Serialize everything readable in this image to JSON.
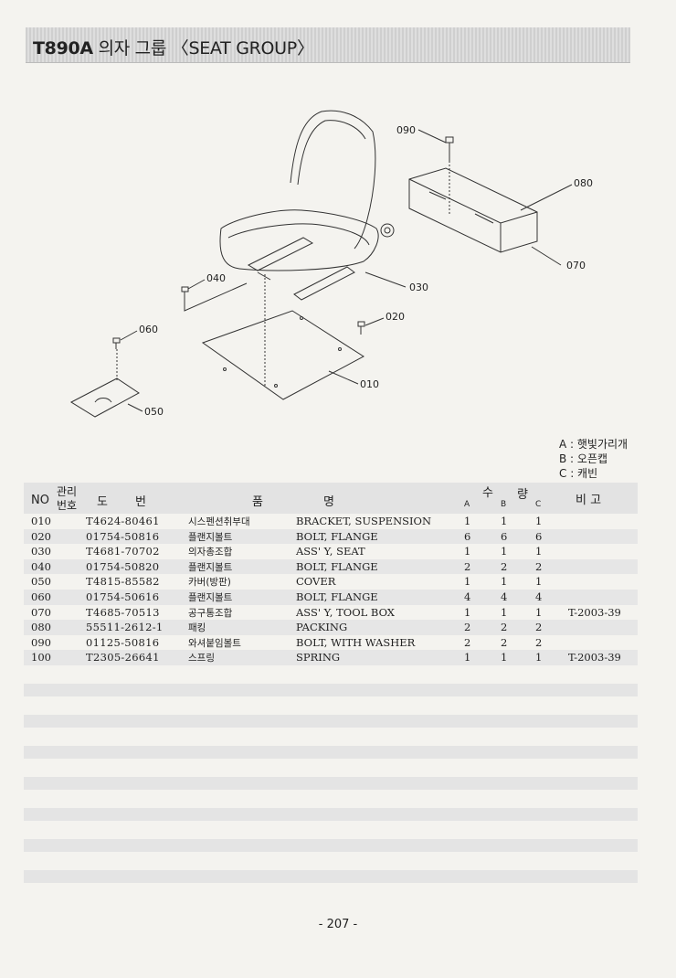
{
  "header": {
    "model": "T890A",
    "title": " 의자 그룹 〈SEAT GROUP〉"
  },
  "diagram": {
    "callouts": [
      "090",
      "080",
      "070",
      "030",
      "040",
      "020",
      "060",
      "010",
      "050"
    ]
  },
  "legend": [
    "A : 햇빛가리개",
    "B : 오픈캡",
    "C : 캐빈"
  ],
  "table": {
    "headers": {
      "no": "NO",
      "mgmt_top": "관리",
      "mgmt_bottom": "번호",
      "drawing_1": "도",
      "drawing_2": "번",
      "name_1": "품",
      "name_2": "명",
      "qty_1": "수",
      "qty_2": "량",
      "a": "A",
      "b": "B",
      "c": "C",
      "remark": "비 고"
    },
    "rows": [
      {
        "no": "010",
        "part": "T4624-80461",
        "kr": "시스펜션취부대",
        "en": "BRACKET, SUSPENSION",
        "a": "1",
        "b": "1",
        "c": "1",
        "remark": ""
      },
      {
        "no": "020",
        "part": "01754-50816",
        "kr": "플랜지볼트",
        "en": "BOLT, FLANGE",
        "a": "6",
        "b": "6",
        "c": "6",
        "remark": ""
      },
      {
        "no": "030",
        "part": "T4681-70702",
        "kr": "의자총조합",
        "en": "ASS' Y, SEAT",
        "a": "1",
        "b": "1",
        "c": "1",
        "remark": ""
      },
      {
        "no": "040",
        "part": "01754-50820",
        "kr": "플랜지볼트",
        "en": "BOLT, FLANGE",
        "a": "2",
        "b": "2",
        "c": "2",
        "remark": ""
      },
      {
        "no": "050",
        "part": "T4815-85582",
        "kr": "카버(방판)",
        "en": "COVER",
        "a": "1",
        "b": "1",
        "c": "1",
        "remark": ""
      },
      {
        "no": "060",
        "part": "01754-50616",
        "kr": "플랜지볼트",
        "en": "BOLT, FLANGE",
        "a": "4",
        "b": "4",
        "c": "4",
        "remark": ""
      },
      {
        "no": "070",
        "part": "T4685-70513",
        "kr": "공구통조합",
        "en": "ASS' Y, TOOL BOX",
        "a": "1",
        "b": "1",
        "c": "1",
        "remark": "T-2003-39"
      },
      {
        "no": "080",
        "part": "55511-2612-1",
        "kr": "패킹",
        "en": "PACKING",
        "a": "2",
        "b": "2",
        "c": "2",
        "remark": ""
      },
      {
        "no": "090",
        "part": "01125-50816",
        "kr": "와셔붙임볼트",
        "en": "BOLT, WITH WASHER",
        "a": "2",
        "b": "2",
        "c": "2",
        "remark": ""
      },
      {
        "no": "100",
        "part": "T2305-26641",
        "kr": "스프링",
        "en": "SPRING",
        "a": "1",
        "b": "1",
        "c": "1",
        "remark": "T-2003-39"
      }
    ]
  },
  "footer": {
    "page": "- 207 -"
  }
}
